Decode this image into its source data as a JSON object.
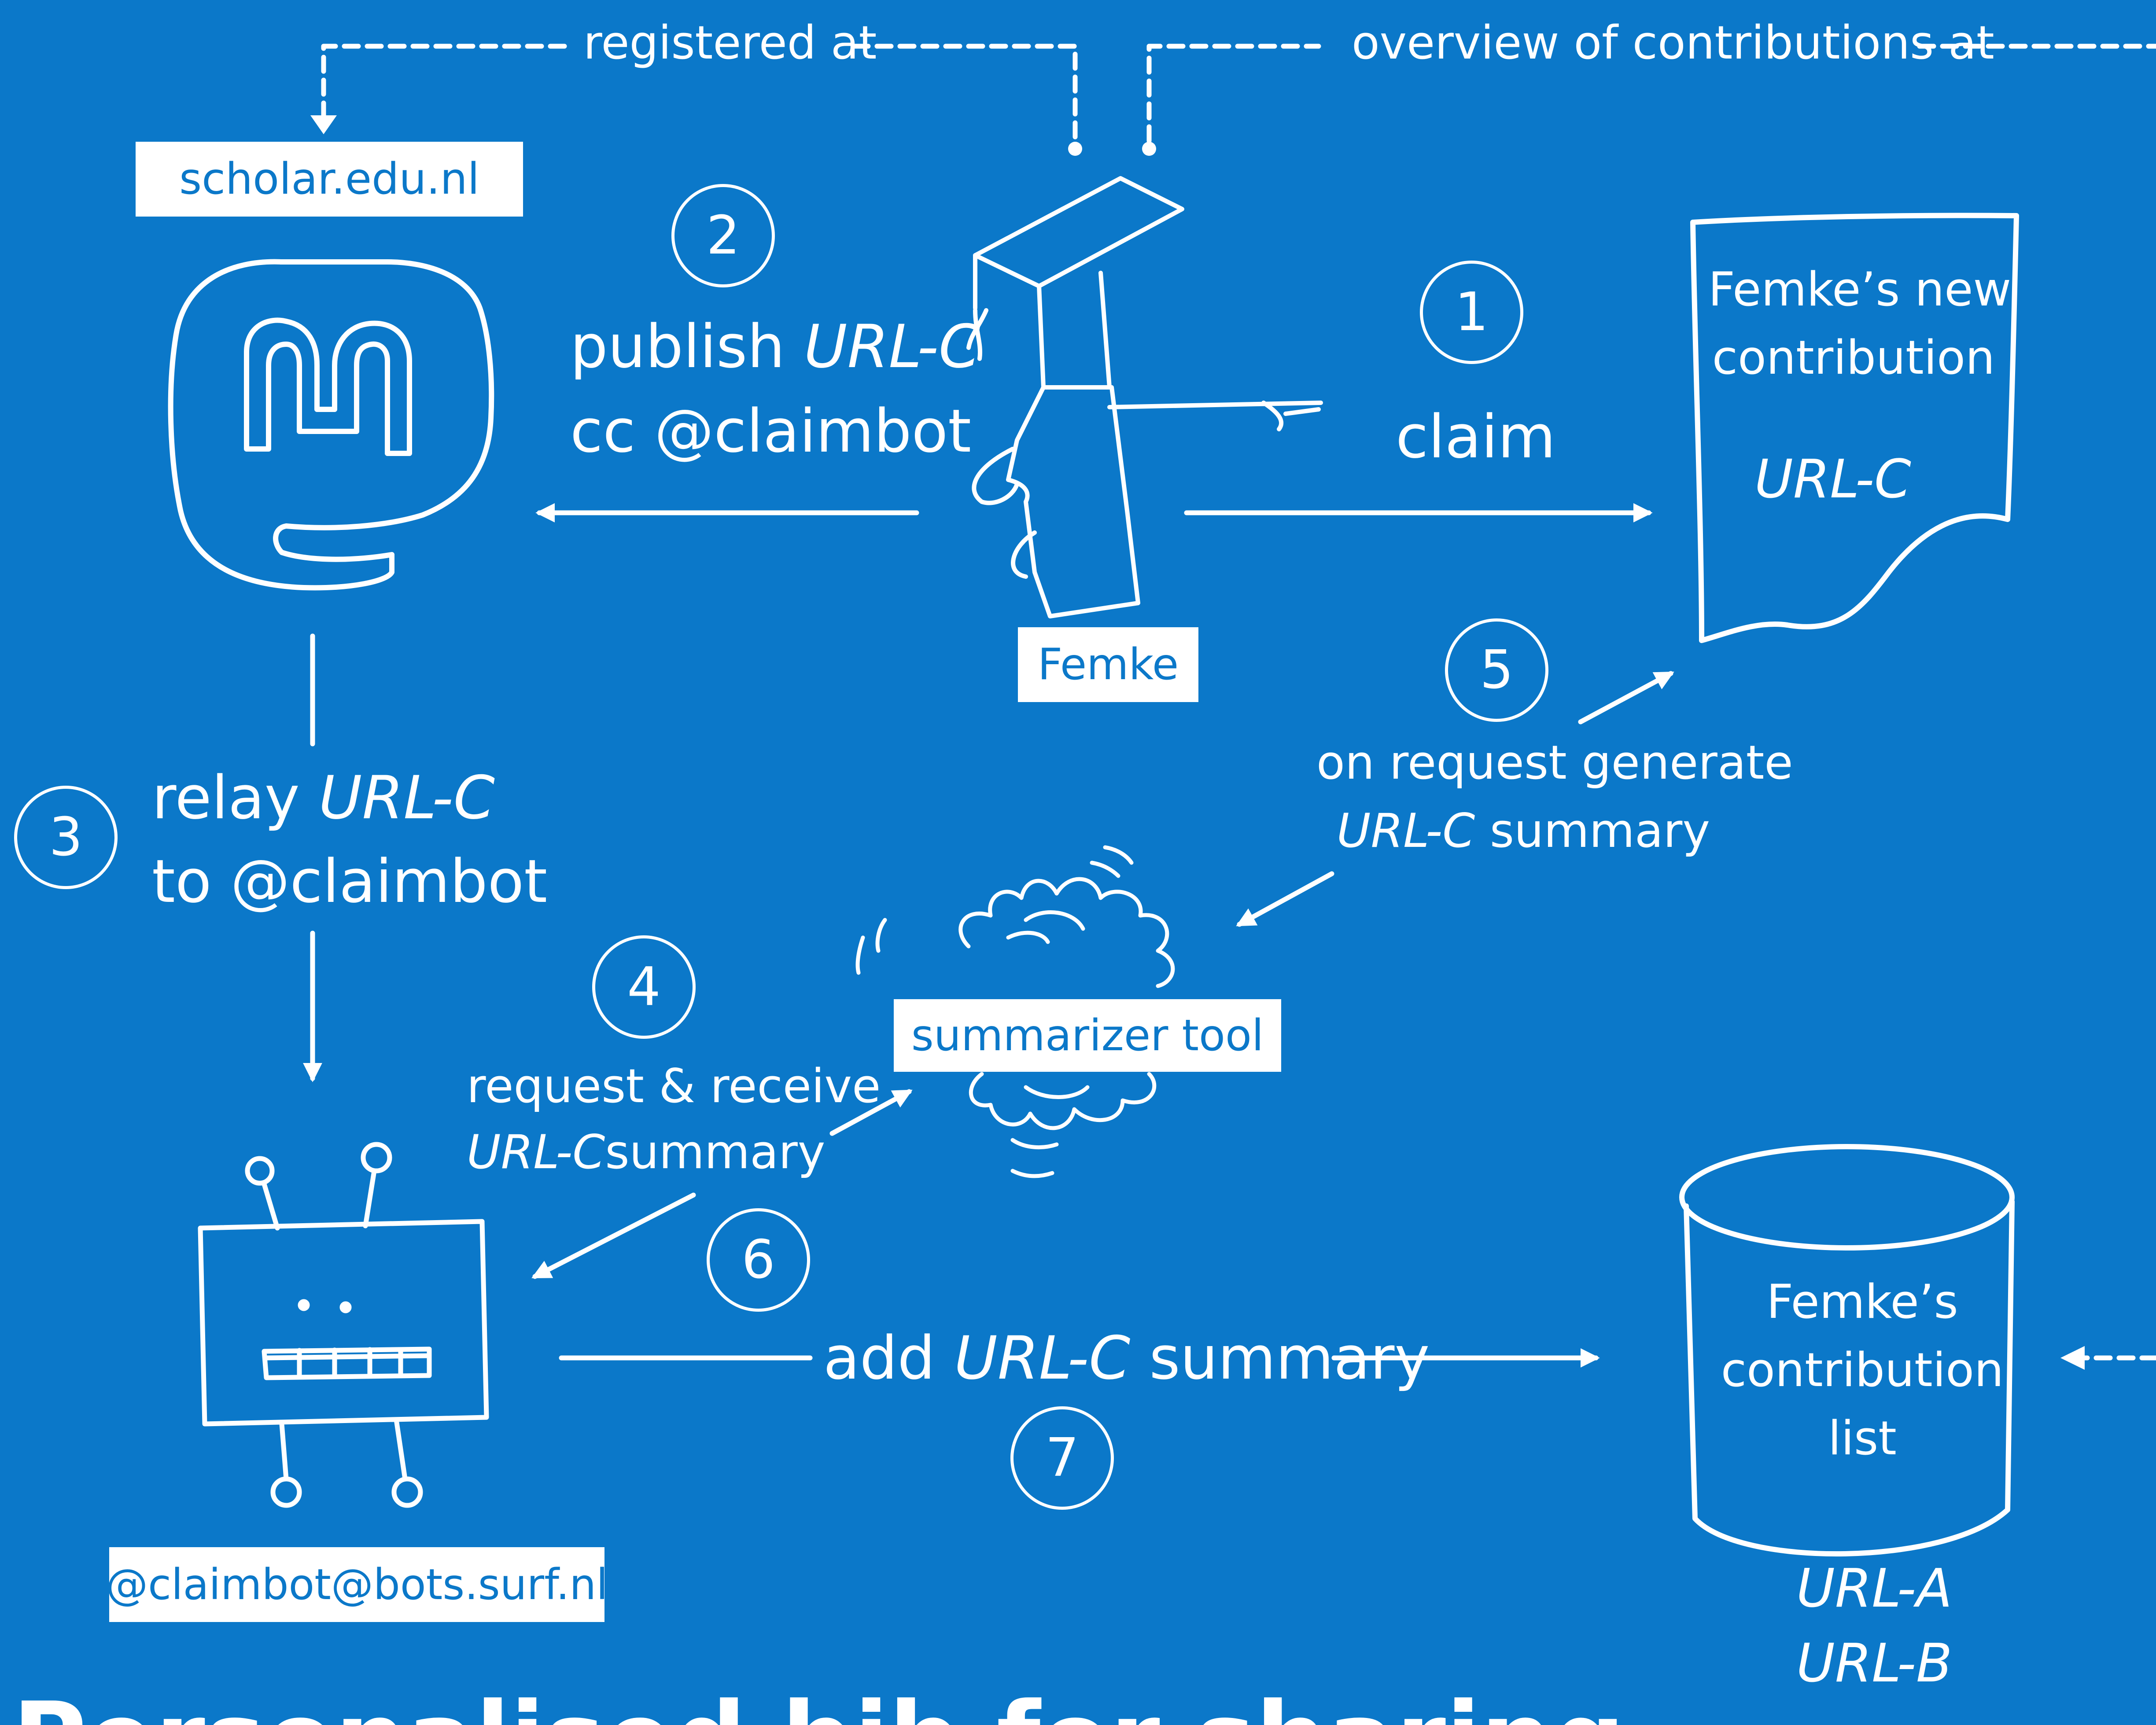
{
  "labels": {
    "registered_at": "registered at",
    "overview_at": "overview of contributions at",
    "scholar_domain": "scholar.edu.nl",
    "femke": "Femke",
    "publish": "publish",
    "cc_claimbot": "cc @claimbot",
    "claim": "claim",
    "relay": "relay",
    "to_claimbot": "to @claimbot",
    "request_receive": "request & receive",
    "summary_word": "summary",
    "summarizer_tool": "summarizer  tool",
    "on_request_generate": "on request generate",
    "add": "add",
    "claimbot_handle": "@claimbot@bots.surf.nl",
    "new_contribution_line1": "Femke’s new",
    "new_contribution_line2": "contribution",
    "contribution_list_line1": "Femke’s",
    "contribution_list_line2": "contribution",
    "contribution_list_line3": "list",
    "url_c": "URL-C",
    "url_a": "URL-A",
    "url_b": "URL-B",
    "title_partial": "Personalised bib for sharing"
  },
  "steps": [
    "1",
    "2",
    "3",
    "4",
    "5",
    "6",
    "7"
  ],
  "colors": {
    "background": "#0b78c9",
    "foreground": "#ffffff",
    "box_text": "#0b78c9"
  },
  "icons": [
    "mastodon-icon",
    "graduate-figure-icon",
    "document-icon",
    "summarizer-blob-icon",
    "robot-icon",
    "database-cylinder-icon"
  ]
}
